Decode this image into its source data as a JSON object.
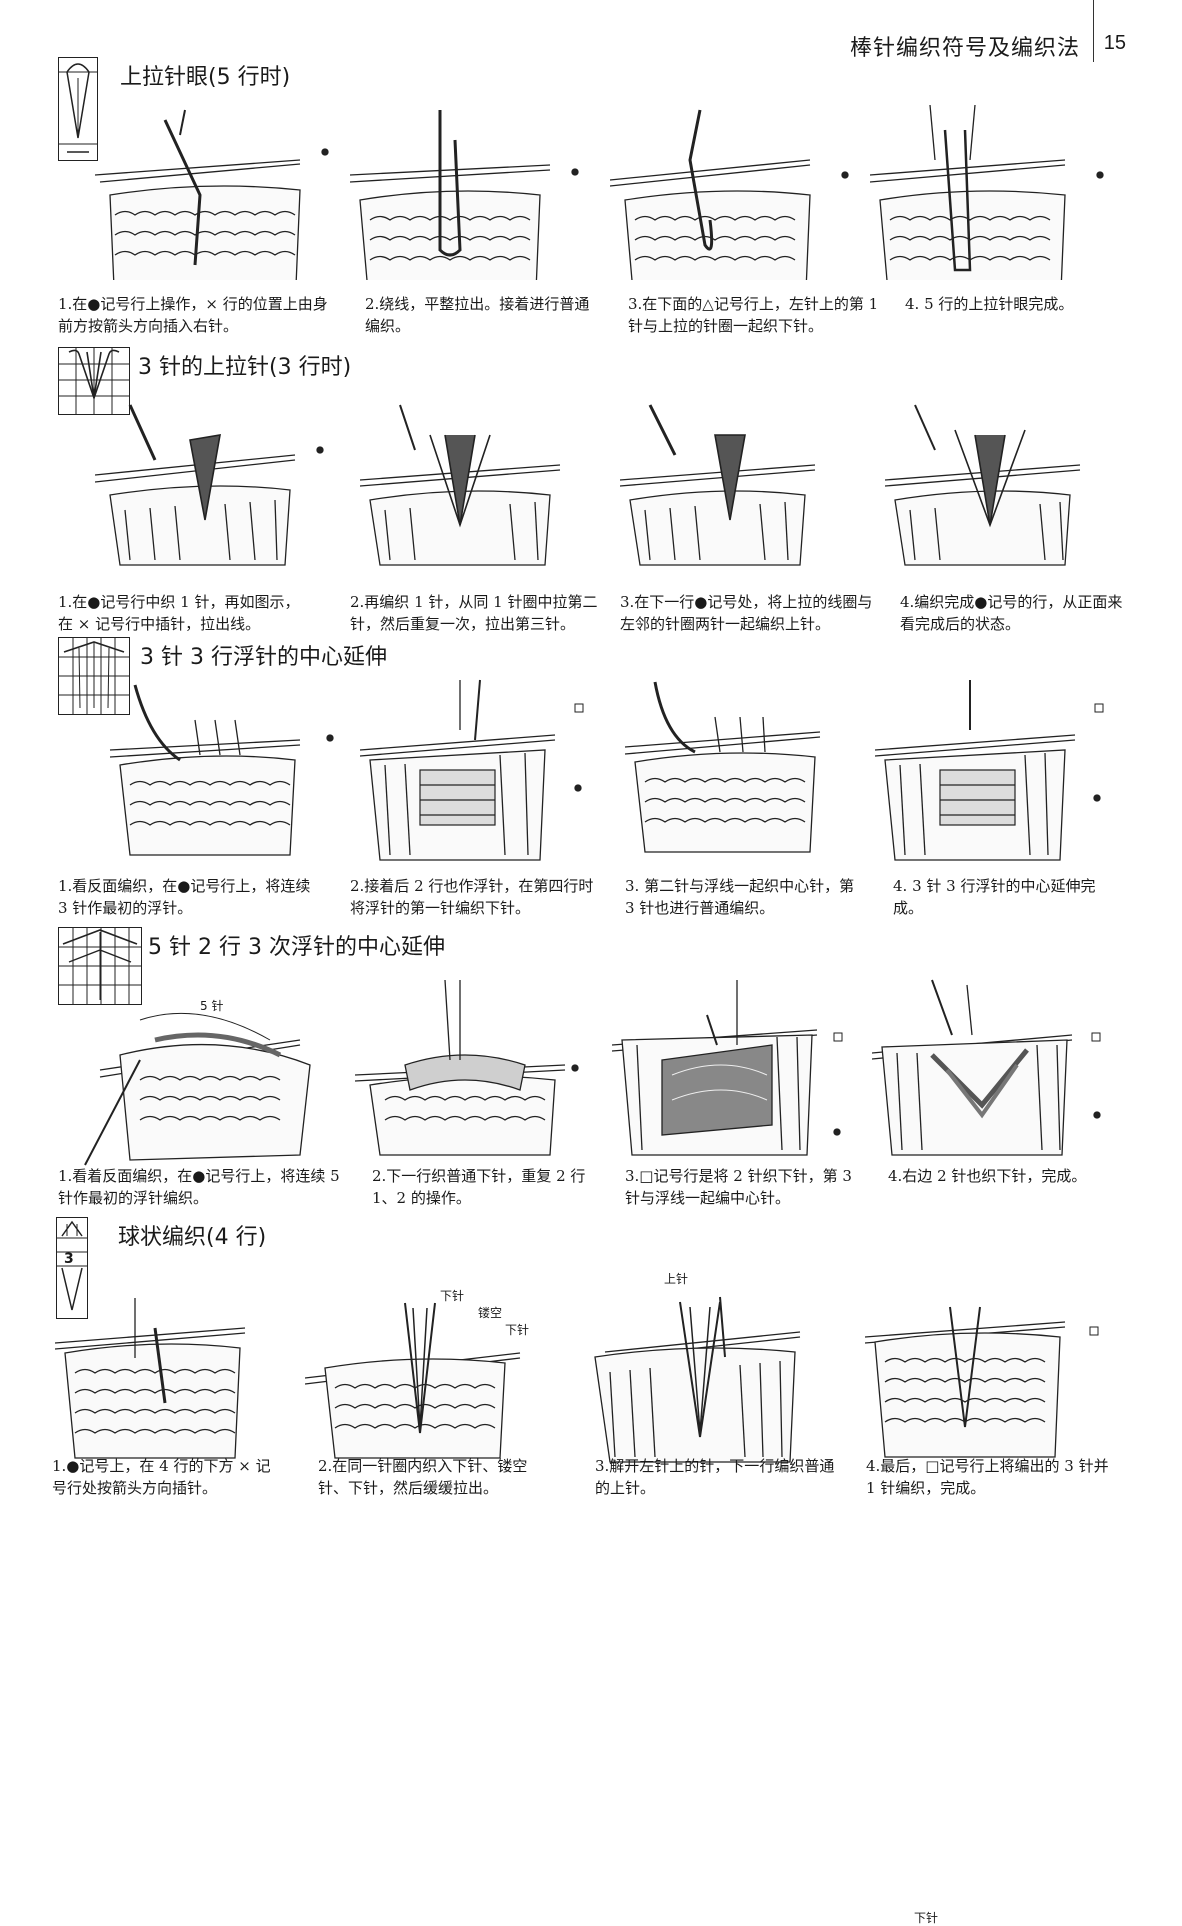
{
  "header": {
    "title": "棒针编织符号及编织法",
    "page_number": "15"
  },
  "sections": [
    {
      "title": "上拉针眼(5 行时)",
      "captions": [
        "1.在●记号行上操作，× 行的位置上由身前方按箭头方向插入右针。",
        "2.绕线，平整拉出。接着进行普通编织。",
        "3.在下面的△记号行上，左针上的第 1 针与上拉的针圈一起织下针。",
        "4. 5 行的上拉针眼完成。"
      ]
    },
    {
      "title": "3 针的上拉针(3 行时)",
      "captions": [
        "1.在●记号行中织 1 针，再如图示，在 × 记号行中插针，拉出线。",
        "2.再编织 1 针，从同 1 针圈中拉第二针，然后重复一次，拉出第三针。",
        "3.在下一行●记号处，将上拉的线圈与左邻的针圈两针一起编织上针。",
        "4.编织完成●记号的行，从正面来看完成后的状态。"
      ]
    },
    {
      "title": "3 针 3 行浮针的中心延伸",
      "captions": [
        "1.看反面编织，在●记号行上，将连续 3 针作最初的浮针。",
        "2.接着后 2 行也作浮针，在第四行时将浮针的第一针编织下针。",
        "3. 第二针与浮线一起织中心针，第 3 针也进行普通编织。",
        "4. 3 针 3 行浮针的中心延伸完成。"
      ]
    },
    {
      "title": "5 针 2 行 3 次浮针的中心延伸",
      "captions": [
        "1.看着反面编织，在●记号行上，将连续 5 针作最初的浮针编织。",
        "2.下一行织普通下针，重复 2 行 1、2 的操作。",
        "3.□记号行是将 2 针织下针，第 3 针与浮线一起编中心针。",
        "4.右边 2 针也织下针，完成。"
      ],
      "labels": [
        "5 针",
        "下针"
      ]
    },
    {
      "title": "球状编织(4 行)",
      "captions": [
        "1.●记号上，在 4 行的下方 × 记号行处按箭头方向插针。",
        "2.在同一针圈内织入下针、镂空针、下针，然后缓缓拉出。",
        "3.解开左针上的针，下一行编织普通的上针。",
        "4.最后，□记号行上将编出的 3 针并 1 针编织，完成。"
      ],
      "labels": [
        "下针",
        "镂空",
        "下针",
        "上针",
        "3"
      ]
    }
  ]
}
